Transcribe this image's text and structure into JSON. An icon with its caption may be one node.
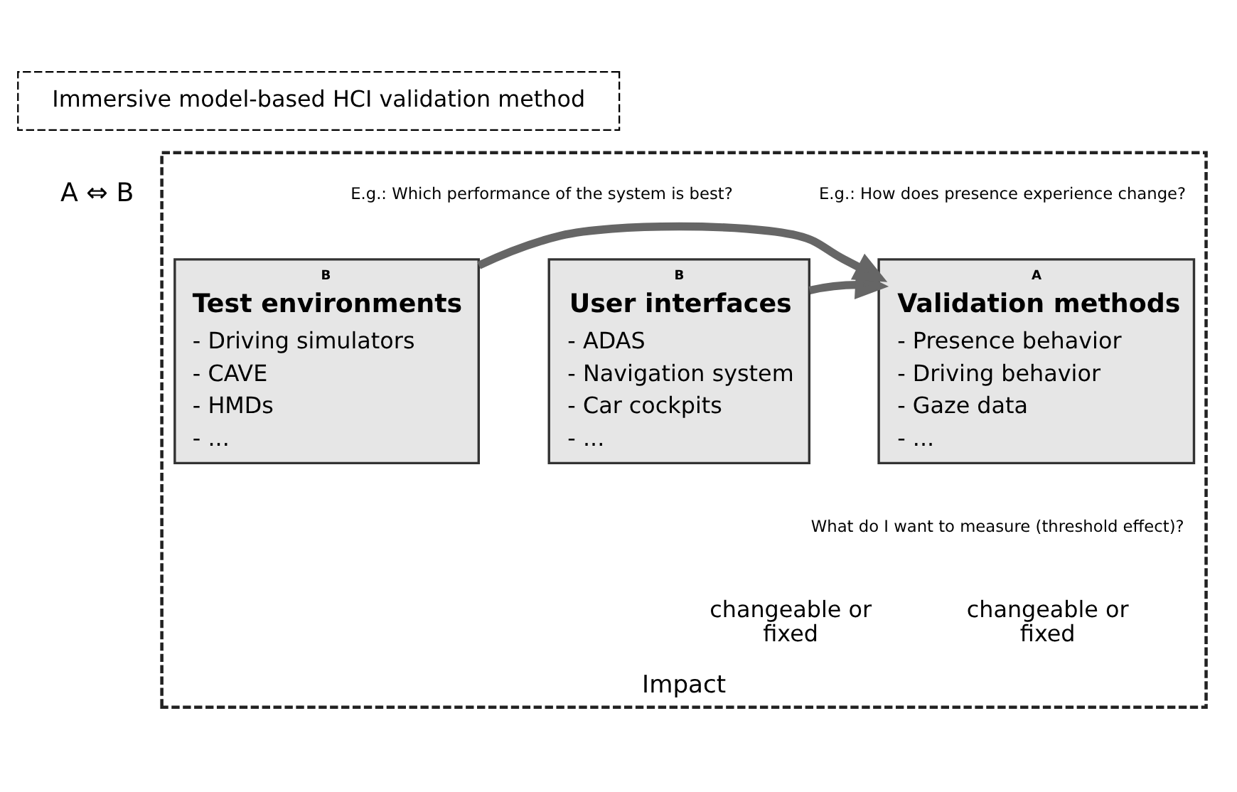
{
  "diagram": {
    "nodes": [
      {
        "text": [
          "Immersive model-based HCI validation method"
        ]
      },
      {
        "text": [
          "Impact"
        ]
      },
      {
        "text": [
          "B",
          "User interfaces",
          "- ADAS",
          "- Navigation system",
          "- Car cockpits",
          "- ..."
        ],
        "in": 1
      },
      {
        "text": [
          "A",
          "Validation methods",
          "- Presence behavior",
          "- Driving behavior",
          "- Gaze data",
          "- ..."
        ],
        "in": 1
      },
      {
        "text": [
          "B",
          "Test environments",
          "- Driving simulators",
          "- CAVE",
          "- HMDs",
          "- ..."
        ],
        "in": 1
      }
    ],
    "edges": [
      {
        "from": 2,
        "to": 3,
        "arrow": "to"
      },
      {
        "from": 4,
        "to": 3,
        "arrow": "to"
      }
    ],
    "labels": [
      "A ⇔ B",
      "E.g.: Which performance of the system is best?",
      "E.g.: How does presence experience change?",
      "What do I want to measure (threshold effect)?",
      "changeable or fixed",
      "changeable or fixed"
    ]
  }
}
